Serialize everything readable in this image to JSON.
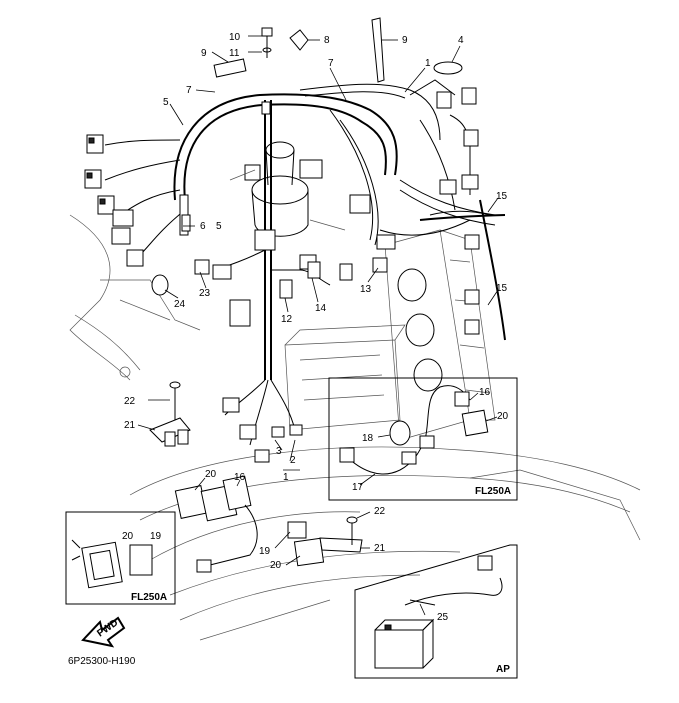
{
  "diagram": {
    "code": "6P25300-H190",
    "fwd_label": "FWD",
    "insets": {
      "fl250a_right": "FL250A",
      "fl250a_left": "FL250A",
      "ap": "AP"
    },
    "callouts": [
      {
        "id": "c10",
        "text": "10"
      },
      {
        "id": "c11",
        "text": "11"
      },
      {
        "id": "c8",
        "text": "8"
      },
      {
        "id": "c9a",
        "text": "9"
      },
      {
        "id": "c9b",
        "text": "9"
      },
      {
        "id": "c4",
        "text": "4"
      },
      {
        "id": "c7a",
        "text": "7"
      },
      {
        "id": "c7b",
        "text": "7"
      },
      {
        "id": "c1a",
        "text": "1"
      },
      {
        "id": "c5a",
        "text": "5"
      },
      {
        "id": "c6",
        "text": "6"
      },
      {
        "id": "c5b",
        "text": "5"
      },
      {
        "id": "c15a",
        "text": "15"
      },
      {
        "id": "c15b",
        "text": "15"
      },
      {
        "id": "c13",
        "text": "13"
      },
      {
        "id": "c14",
        "text": "14"
      },
      {
        "id": "c12",
        "text": "12"
      },
      {
        "id": "c23",
        "text": "23"
      },
      {
        "id": "c24",
        "text": "24"
      },
      {
        "id": "c22a",
        "text": "22"
      },
      {
        "id": "c21a",
        "text": "21"
      },
      {
        "id": "c3",
        "text": "3"
      },
      {
        "id": "c2",
        "text": "2"
      },
      {
        "id": "c1b",
        "text": "1"
      },
      {
        "id": "c20a",
        "text": "20"
      },
      {
        "id": "c16a",
        "text": "16"
      },
      {
        "id": "c16b",
        "text": "16"
      },
      {
        "id": "c20b",
        "text": "20"
      },
      {
        "id": "c18",
        "text": "18"
      },
      {
        "id": "c17",
        "text": "17"
      },
      {
        "id": "c22b",
        "text": "22"
      },
      {
        "id": "c21b",
        "text": "21"
      },
      {
        "id": "c19a",
        "text": "19"
      },
      {
        "id": "c20c",
        "text": "20"
      },
      {
        "id": "c20d",
        "text": "20"
      },
      {
        "id": "c19b",
        "text": "19"
      },
      {
        "id": "c25",
        "text": "25"
      }
    ]
  }
}
